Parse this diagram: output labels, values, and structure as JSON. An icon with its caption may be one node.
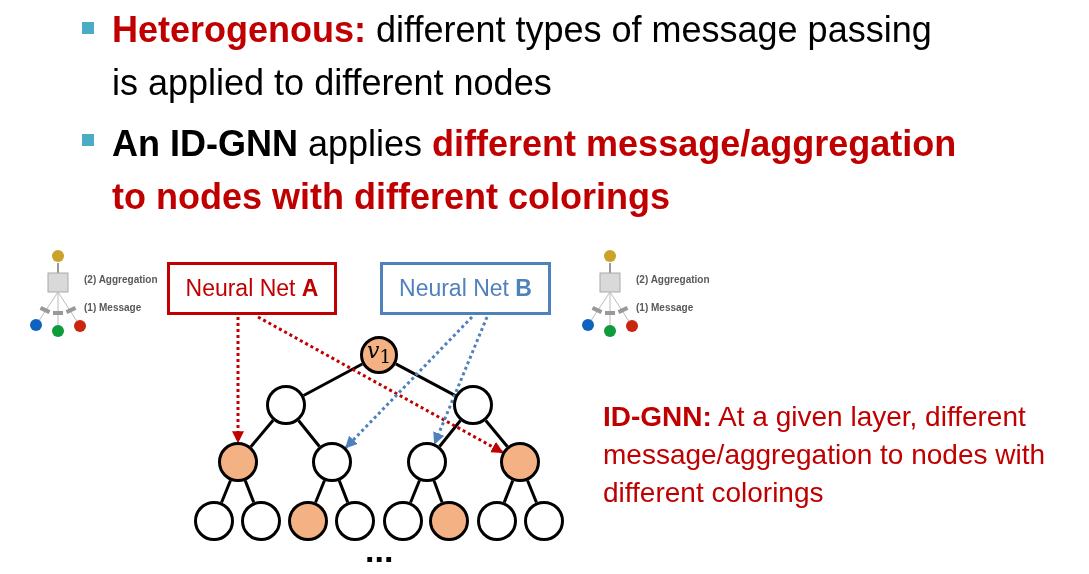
{
  "diagram": {
    "nodes": [
      {
        "text": [
          "Neural Net **A**"
        ]
      },
      {
        "text": [
          "Neural Net **B**"
        ]
      },
      {
        "text": [
          "*v*$_{1}$"
        ]
      },
      {
        "text": [],
        "shape": "circle"
      },
      {
        "text": [],
        "shape": "circle"
      },
      {
        "text": [],
        "shape": "circle"
      },
      {
        "text": [],
        "shape": "circle"
      },
      {
        "text": [],
        "shape": "circle"
      },
      {
        "text": [],
        "shape": "circle"
      },
      {
        "text": [],
        "shape": "circle"
      },
      {
        "text": [],
        "shape": "circle"
      },
      {
        "text": [],
        "shape": "circle"
      },
      {
        "text": [],
        "shape": "circle"
      },
      {
        "text": [],
        "shape": "circle"
      },
      {
        "text": [],
        "shape": "circle"
      },
      {
        "text": [],
        "shape": "circle"
      },
      {
        "text": [],
        "shape": "circle"
      }
    ],
    "edges": [
      {
        "from": 2,
        "to": 3,
        "arrow": "none"
      },
      {
        "from": 2,
        "to": 4,
        "arrow": "none"
      },
      {
        "from": 3,
        "to": 5,
        "arrow": "none"
      },
      {
        "from": 3,
        "to": 6,
        "arrow": "none"
      },
      {
        "from": 4,
        "to": 7,
        "arrow": "none"
      },
      {
        "from": 4,
        "to": 8,
        "arrow": "none"
      },
      {
        "from": 5,
        "to": 9,
        "arrow": "none"
      },
      {
        "from": 5,
        "to": 10,
        "arrow": "none"
      },
      {
        "from": 6,
        "to": 11,
        "arrow": "none"
      },
      {
        "from": 6,
        "to": 12,
        "arrow": "none"
      },
      {
        "from": 7,
        "to": 13,
        "arrow": "none"
      },
      {
        "from": 7,
        "to": 14,
        "arrow": "none"
      },
      {
        "from": 8,
        "to": 15,
        "arrow": "none"
      },
      {
        "from": 8,
        "to": 16,
        "arrow": "none"
      },
      {
        "from": 0,
        "to": 5,
        "arrow": "to",
        "style": "dashed",
        "color": "#c00000"
      },
      {
        "from": 0,
        "to": 8,
        "arrow": "to",
        "style": "dashed",
        "color": "#c00000"
      },
      {
        "from": 1,
        "to": 6,
        "arrow": "to",
        "style": "dashed",
        "color": "#4f81bd"
      },
      {
        "from": 1,
        "to": 7,
        "arrow": "to",
        "style": "dashed",
        "color": "#4f81bd"
      }
    ],
    "labels": [
      "**Heterogenous:** different types of message passing is applied to different nodes",
      "**An ID-GNN** applies **different message/aggregation to nodes with different colorings**",
      "(2) Aggregation",
      "(1) Message",
      "(2) Aggregation",
      "(1) Message",
      "...",
      "**ID-GNN:** At a given layer, different message/aggregation to nodes with different colorings"
    ]
  }
}
